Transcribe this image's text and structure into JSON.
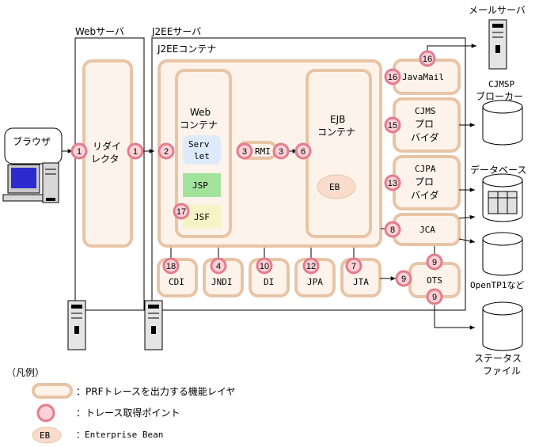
{
  "servers": {
    "web": "Webサーバ",
    "j2ee": "J2EEサーバ",
    "mail": "メールサーバ"
  },
  "containers": {
    "j2ee": "J2EEコンテナ",
    "web": [
      "Web",
      "コンテナ"
    ],
    "ejb": [
      "EJB",
      "コンテナ"
    ]
  },
  "components": {
    "browser": "ブラウザ",
    "redirector": [
      "リダイ",
      "レクタ"
    ],
    "servlet": [
      "Serv",
      "let"
    ],
    "jsp": "JSP",
    "jsf": "JSF",
    "rmi": "RMI",
    "eb": "EB",
    "javamail": "JavaMail",
    "cjms": [
      "CJMS",
      "プロ",
      "バイダ"
    ],
    "cjpa": [
      "CJPA",
      "プロ",
      "バイダ"
    ],
    "jca": "JCA",
    "cdi": "CDI",
    "jndi": "JNDI",
    "di": "DI",
    "jpa": "JPA",
    "jta": "JTA",
    "ots": "OTS"
  },
  "resources": {
    "cjmsp": [
      "CJMSP",
      "ブローカー"
    ],
    "database": "データベース",
    "opentp1": "OpenTP1など",
    "status_file": [
      "ステータス",
      "ファイル"
    ]
  },
  "trace_points": {
    "p1a": "1",
    "p1b": "1",
    "p2": "2",
    "p3a": "3",
    "p3b": "3",
    "p6": "6",
    "p16a": "16",
    "p16b": "16",
    "p15": "15",
    "p13": "13",
    "p8": "8",
    "p17": "17",
    "p18": "18",
    "p4": "4",
    "p10": "10",
    "p12": "12",
    "p7": "7",
    "p9a": "9",
    "p9b": "9",
    "p9c": "9"
  },
  "legend": {
    "title": "（凡例）",
    "layer": "：PRFトレースを出力する機能レイヤ",
    "trace_point": "：トレース取得ポイント",
    "eb": "EB",
    "enterprise_bean": "：Enterprise Bean"
  },
  "colors": {
    "layer_fill": "#fdf3ea",
    "layer_stroke": "#e8c4a6",
    "trace_fill": "#fbd2d8",
    "trace_stroke": "#e57b8c",
    "servlet_fill": "#ddeafa",
    "jsp_fill": "#a2e39c",
    "jsf_fill": "#f6f3c6",
    "eb_fill": "#f9dccb"
  }
}
